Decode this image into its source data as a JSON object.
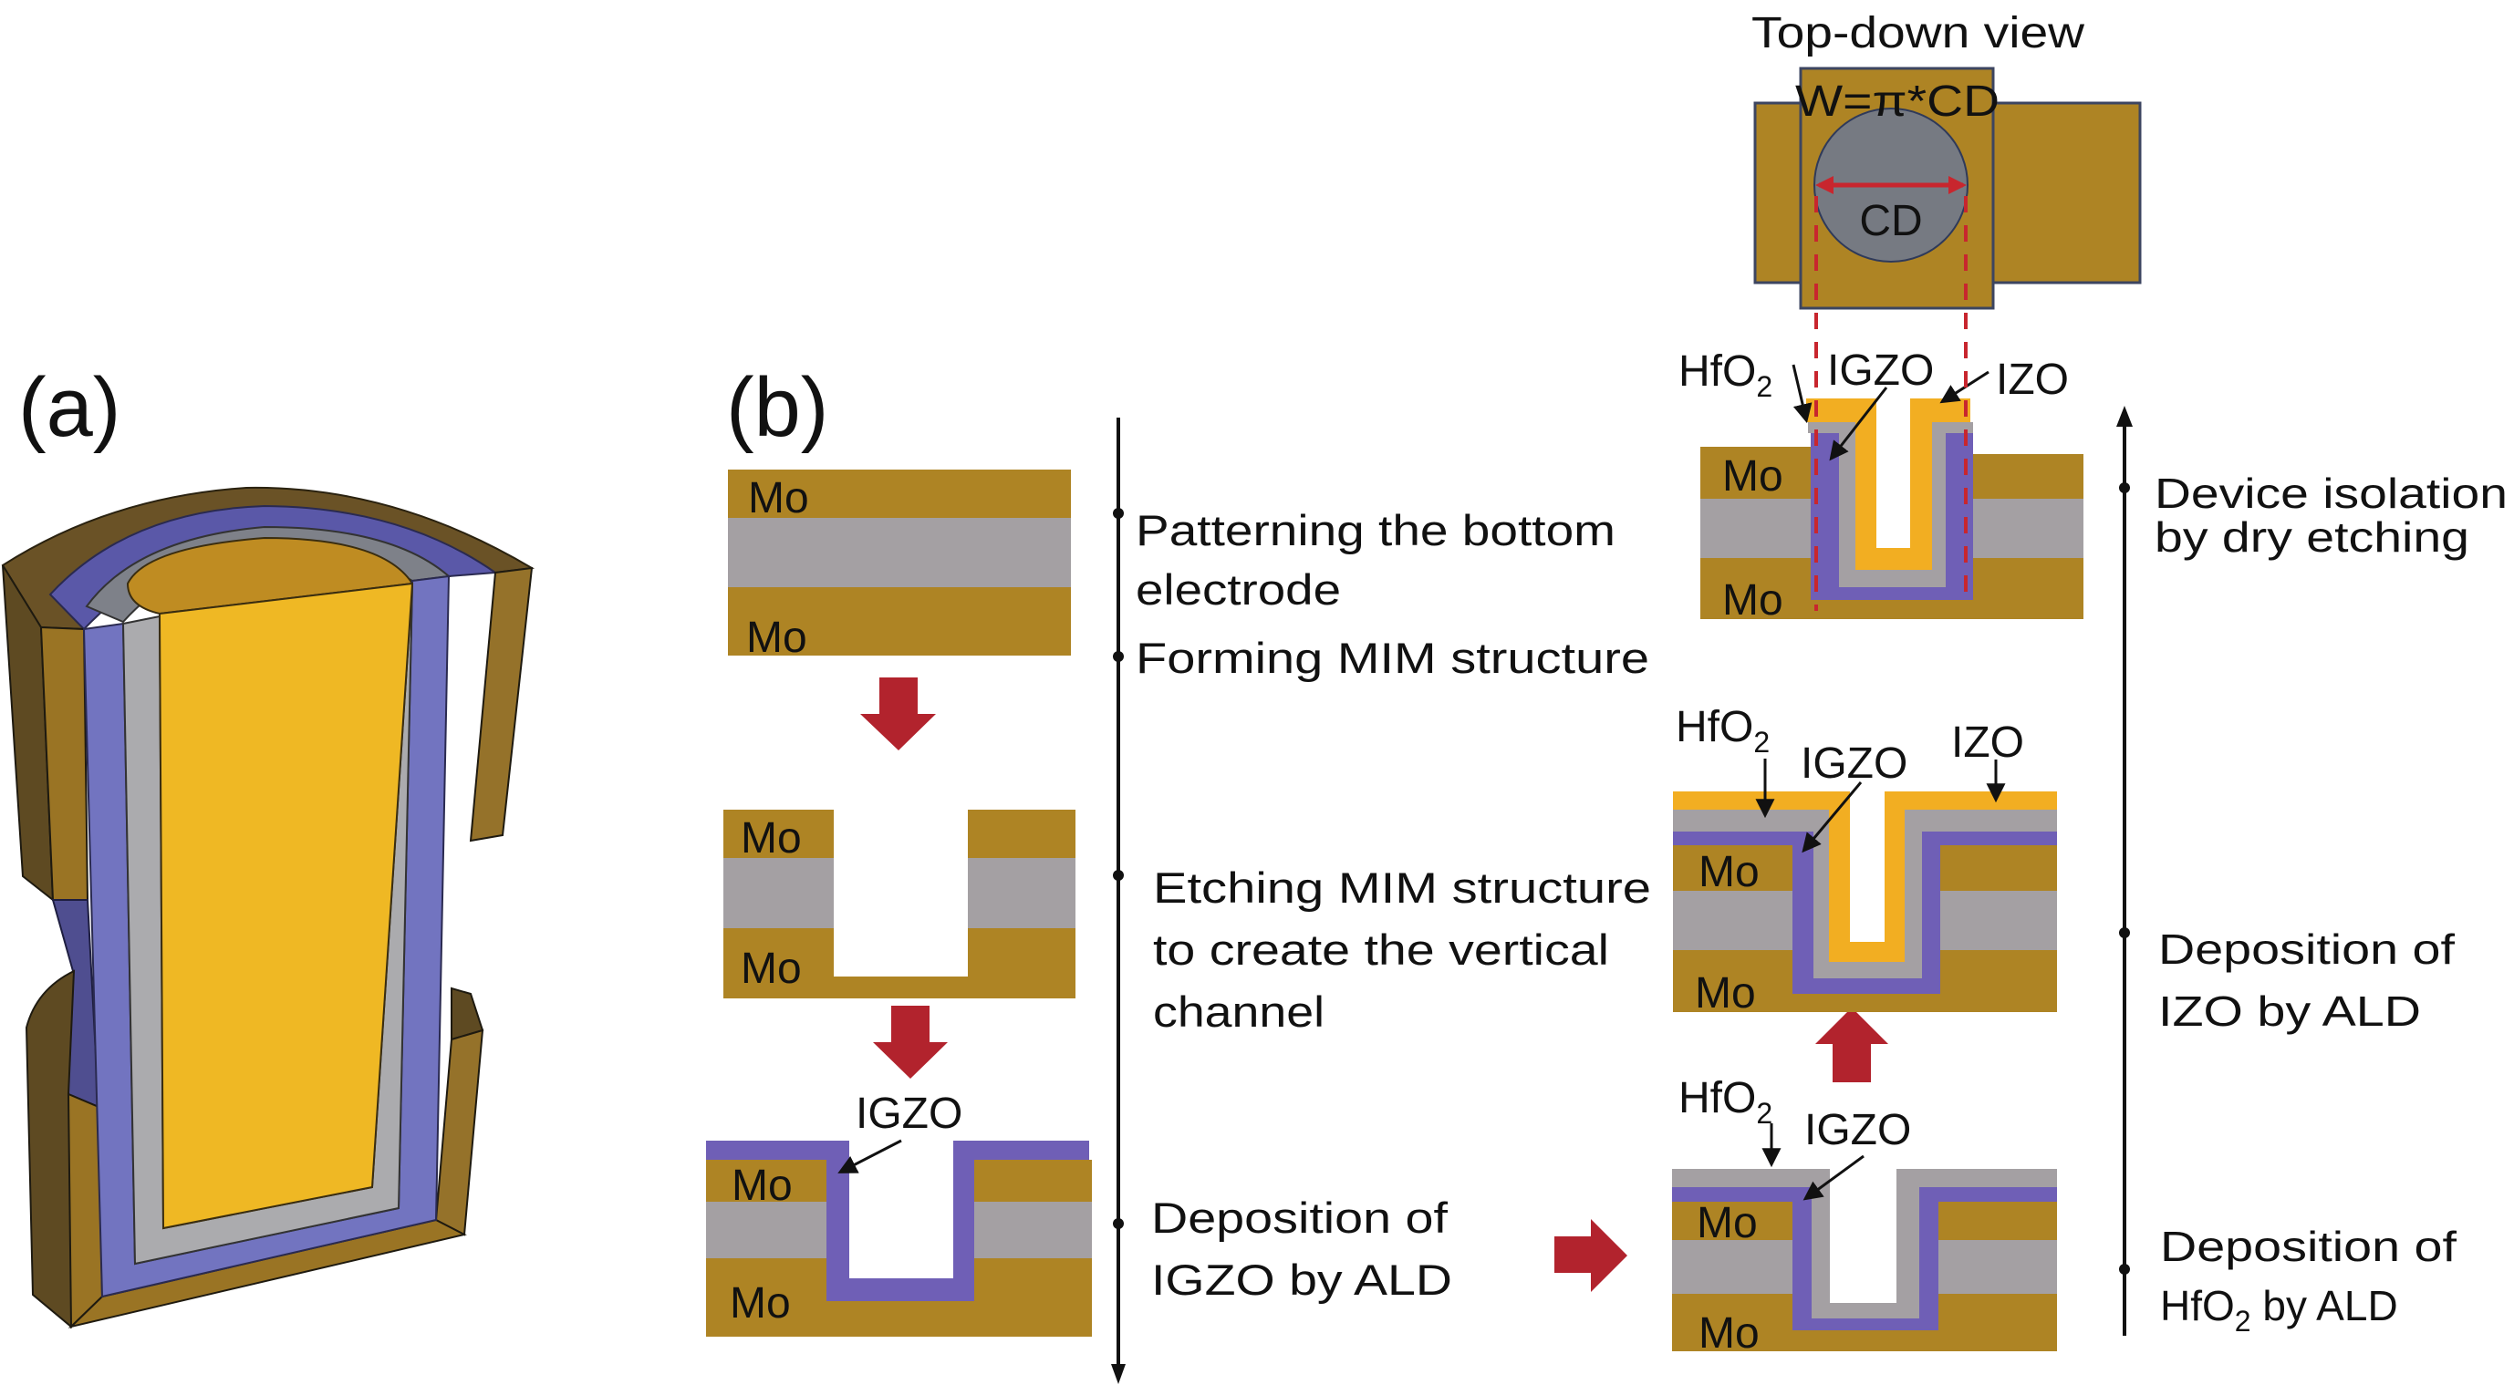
{
  "colors": {
    "mo": "#AE8424",
    "insulator": "#A4A0A3",
    "igzo": "#6F5FB6",
    "izo": "#F2AE22",
    "hfo2": "#A4A0A3",
    "arrow": "#B2232D",
    "dashed": "#C8262E",
    "circle": "#767A82"
  },
  "panel_a": {
    "label": "(a)"
  },
  "panel_b": {
    "label": "(b)",
    "layer_labels": {
      "mo": "Mo",
      "igzo": "IGZO",
      "izo": "IZO",
      "hfo2_base": "HfO",
      "hfo2_sub": "2"
    },
    "left_steps": [
      {
        "lines": [
          "Patterning  the  bottom",
          "electrode"
        ]
      },
      {
        "lines": [
          "Forming  MIM  structure"
        ]
      },
      {
        "lines": [
          "Etching  MIM  structure",
          "to  create  the  vertical",
          "channel"
        ]
      },
      {
        "lines": [
          "Deposition  of",
          "IGZO by ALD"
        ]
      }
    ],
    "right_steps": [
      {
        "lines": [
          "Device  isolation",
          "by  dry  etching"
        ]
      },
      {
        "lines": [
          "Deposition  of",
          "IZO by ALD"
        ]
      },
      {
        "line1": "Deposition  of",
        "line2_base": "HfO",
        "line2_sub": "2",
        "line2_rest": " by ALD"
      }
    ],
    "top_down": {
      "title": "Top-down  view",
      "formula": "W=π*CD",
      "dimension": "CD"
    }
  }
}
